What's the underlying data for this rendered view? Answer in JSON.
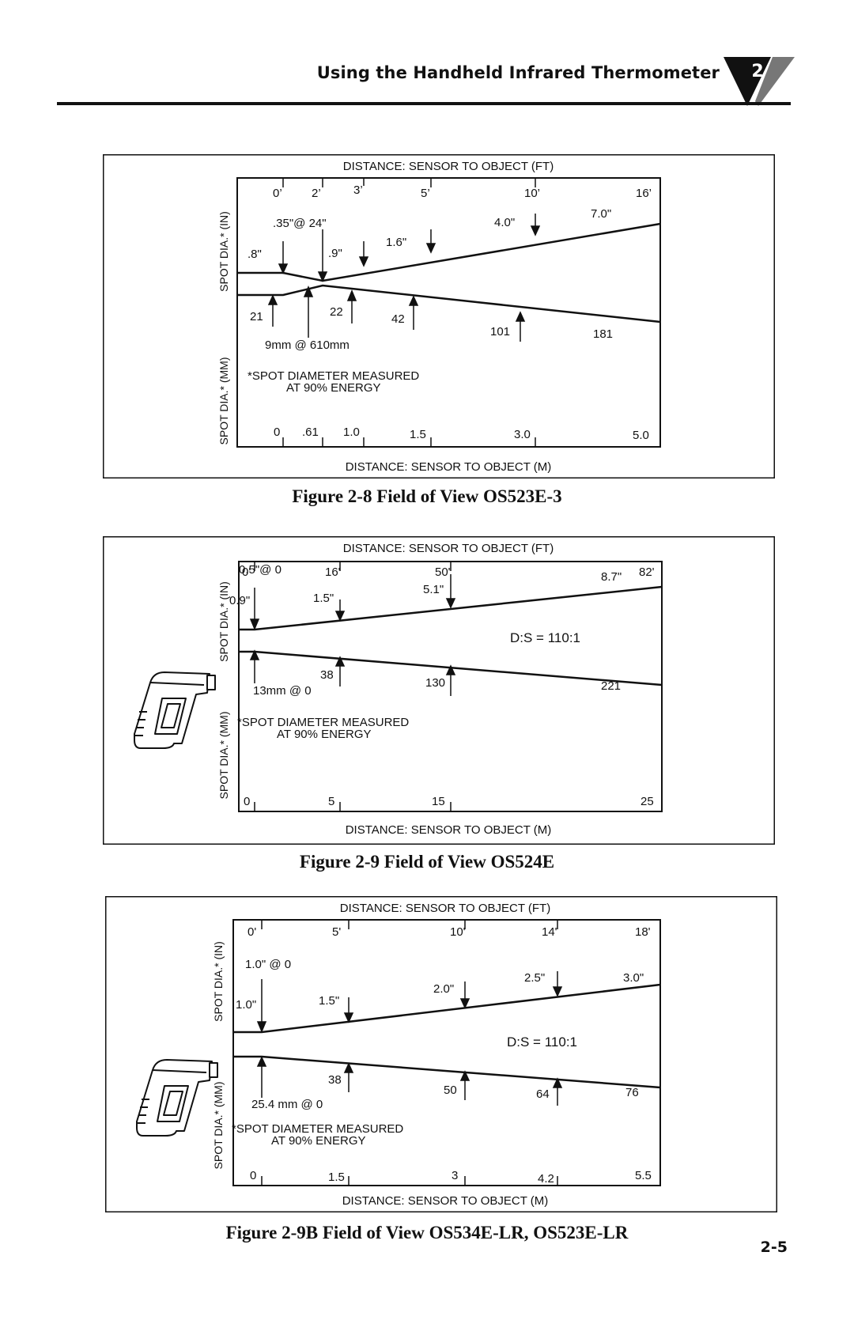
{
  "header": {
    "title": "Using the Handheld Infrared Thermometer",
    "chapter": "2"
  },
  "page_number": "2-5",
  "figures": [
    {
      "caption": "Figure 2-8  Field of View OS523E-3",
      "distance_ft_label": "DISTANCE: SENSOR TO OBJECT (FT)",
      "distance_m_label": "DISTANCE: SENSOR TO OBJECT (M)",
      "spot_in_label": "SPOT DIA.* (IN)",
      "spot_mm_label": "SPOT DIA.* (MM)",
      "note_line1": "*SPOT DIAMETER MEASURED",
      "note_line2": "AT 90% ENERGY",
      "ft_ticks": [
        "0’",
        "2’",
        "3’",
        "5’",
        "10’",
        "16’"
      ],
      "m_ticks": [
        "0",
        ".61",
        "1.0",
        "1.5",
        "3.0",
        "5.0"
      ],
      "in_values": [
        ".8\"",
        ".35\"@ 24\"",
        ".9\"",
        "1.6\"",
        "4.0\"",
        "7.0\""
      ],
      "mm_values": [
        "21",
        "9mm @ 610mm",
        "22",
        "42",
        "101",
        "181"
      ],
      "ratio": ""
    },
    {
      "caption": "Figure 2-9  Field of View OS524E",
      "distance_ft_label": "DISTANCE: SENSOR TO OBJECT (FT)",
      "distance_m_label": "DISTANCE: SENSOR TO OBJECT (M)",
      "spot_in_label": "SPOT DIA.* (IN)",
      "spot_mm_label": "SPOT DIA.* (MM)",
      "note_line1": "*SPOT DIAMETER MEASURED",
      "note_line2": "AT 90% ENERGY",
      "ft_ticks": [
        "0'",
        "16'",
        "50'",
        "82'"
      ],
      "m_ticks": [
        "0",
        "5",
        "15",
        "25"
      ],
      "in_values": [
        "0.5\"@ 0",
        "0.9\"",
        "1.5\"",
        "5.1\"",
        "8.7\""
      ],
      "mm_values": [
        "13mm @ 0",
        "38",
        "130",
        "221"
      ],
      "ratio": "D:S = 110:1"
    },
    {
      "caption": "Figure 2-9B  Field of View OS534E-LR, OS523E-LR",
      "distance_ft_label": "DISTANCE: SENSOR TO OBJECT (FT)",
      "distance_m_label": "DISTANCE: SENSOR TO OBJECT (M)",
      "spot_in_label": "SPOT DIA.* (IN)",
      "spot_mm_label": "SPOT DIA.* (MM)",
      "note_line1": "*SPOT DIAMETER MEASURED",
      "note_line2": "AT 90% ENERGY",
      "ft_ticks": [
        "0'",
        "5'",
        "10'",
        "14'",
        "18'"
      ],
      "m_ticks": [
        "0",
        "1.5",
        "3",
        "4.2",
        "5.5"
      ],
      "in_values": [
        "1.0\" @ 0",
        "1.0\"",
        "1.5\"",
        "2.0\"",
        "2.5\"",
        "3.0\""
      ],
      "mm_values": [
        "25.4 mm @ 0",
        "38",
        "50",
        "64",
        "76"
      ],
      "ratio": "D:S = 110:1"
    }
  ]
}
